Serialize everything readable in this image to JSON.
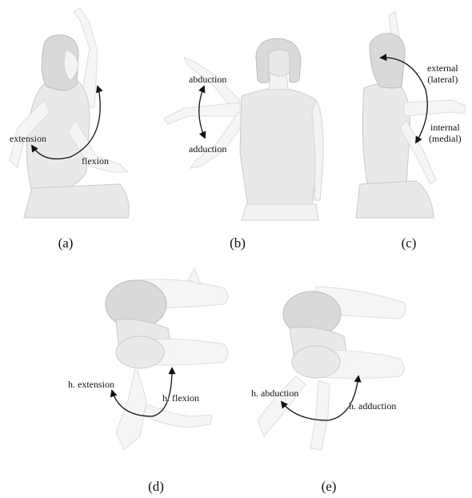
{
  "panels": {
    "a": {
      "caption": "(a)",
      "labels": {
        "extension": "extension",
        "flexion": "flexion"
      }
    },
    "b": {
      "caption": "(b)",
      "labels": {
        "abduction": "abduction",
        "adduction": "adduction"
      }
    },
    "c": {
      "caption": "(c)",
      "labels": {
        "external": "external\n(lateral)",
        "internal": "internal\n(medial)"
      }
    },
    "d": {
      "caption": "(d)",
      "labels": {
        "extension": "h. extension",
        "flexion": "h. flexion"
      }
    },
    "e": {
      "caption": "(e)",
      "labels": {
        "abduction": "h. abduction",
        "adduction": "h. adduction"
      }
    }
  }
}
